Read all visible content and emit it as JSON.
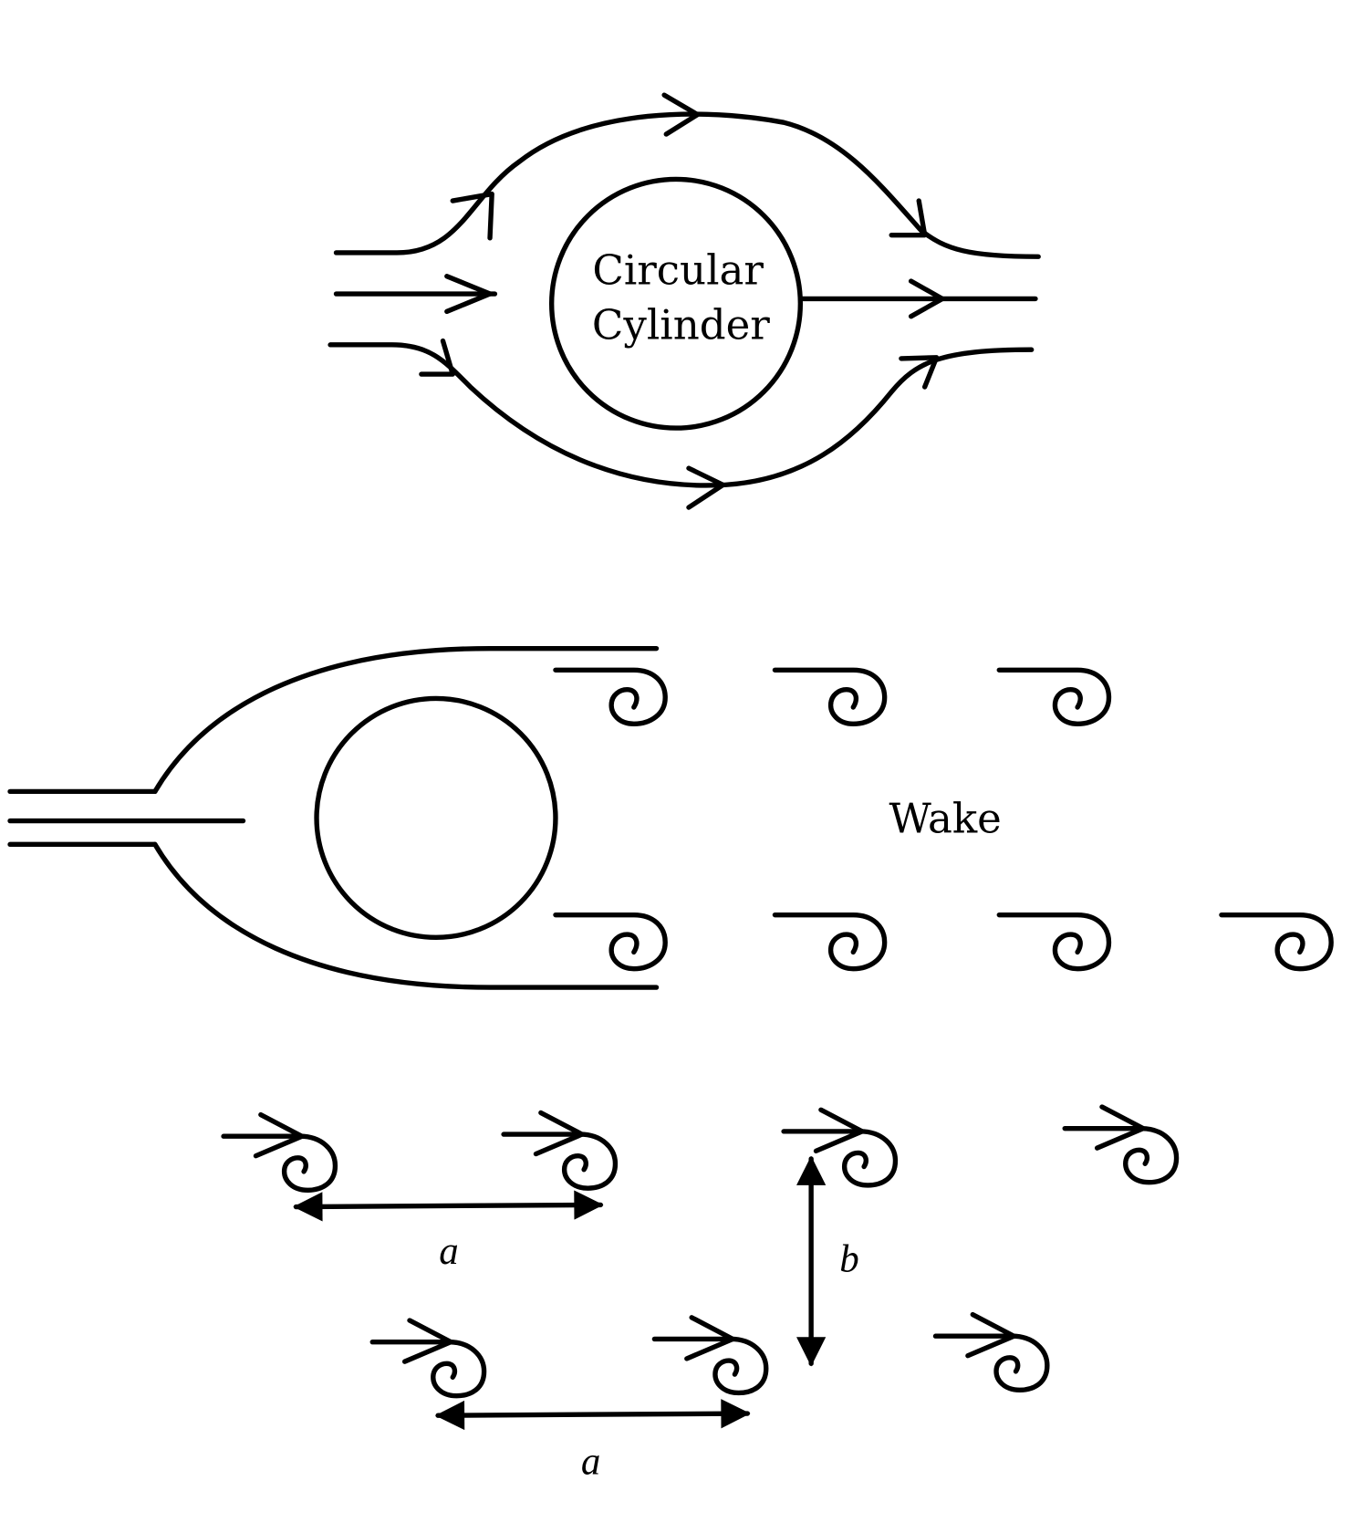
{
  "diagram": {
    "top": {
      "label_line1": "Circular",
      "label_line2": "Cylinder"
    },
    "middle": {
      "wake_label": "Wake"
    },
    "bottom": {
      "spacing_label_1": "a",
      "spacing_label_2": "a",
      "row_gap_label": "b"
    },
    "colors": {
      "ink": "#000000",
      "background": "#ffffff"
    }
  }
}
